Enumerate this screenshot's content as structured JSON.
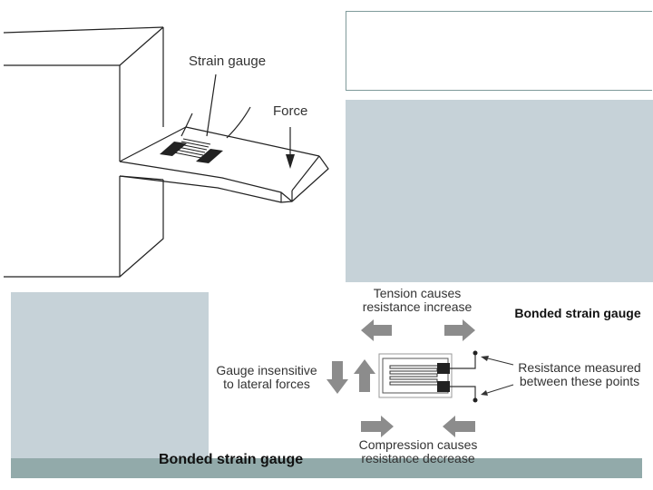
{
  "figure": {
    "strain_label": "Strain gauge",
    "force_label": "Force"
  },
  "diagram": {
    "tension_line1": "Tension causes",
    "tension_line2": "resistance increase",
    "lateral_line1": "Gauge insensitive",
    "lateral_line2": "to lateral forces",
    "resistance_line1": "Resistance measured",
    "resistance_line2": "between these points",
    "compression_line1": "Compression causes",
    "compression_line2": "resistance decrease",
    "title_right": "Bonded strain gauge"
  },
  "caption_left": "Bonded strain gauge",
  "colors": {
    "panel_gray": "#c6d2d8",
    "bar_teal": "#92aaaa",
    "arrow_gray": "#8c8c8c"
  }
}
